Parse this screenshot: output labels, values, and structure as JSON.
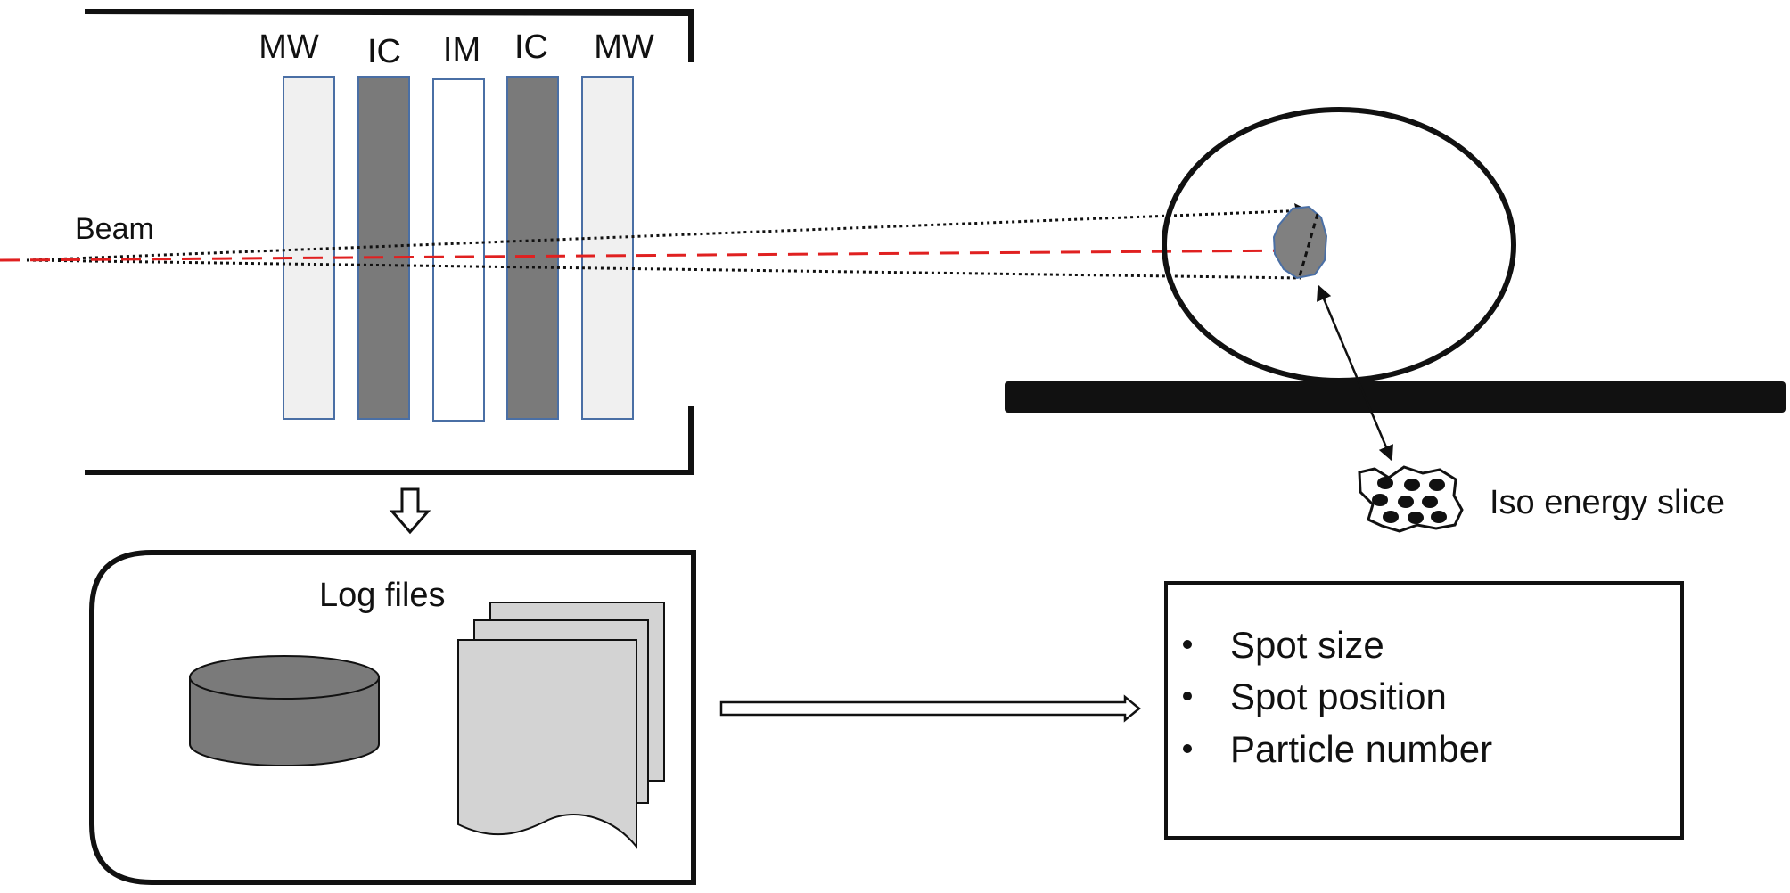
{
  "nozzle": {
    "chambers": [
      {
        "label": "MW",
        "fill": "#f0f0f0"
      },
      {
        "label": "IC",
        "fill": "#7a7a7a"
      },
      {
        "label": "IM",
        "fill": "#ffffff"
      },
      {
        "label": "IC",
        "fill": "#7a7a7a"
      },
      {
        "label": "MW",
        "fill": "#f0f0f0"
      }
    ],
    "beam_label": "Beam"
  },
  "log_panel": {
    "title": "Log files"
  },
  "slice_label": "Iso energy slice",
  "output_panel": {
    "items": [
      "Spot size",
      "Spot position",
      "Particle number"
    ]
  },
  "colors": {
    "beam": "#e02020",
    "target": "#808080",
    "chamber_stroke": "#4a6fa5",
    "line": "#111111"
  }
}
